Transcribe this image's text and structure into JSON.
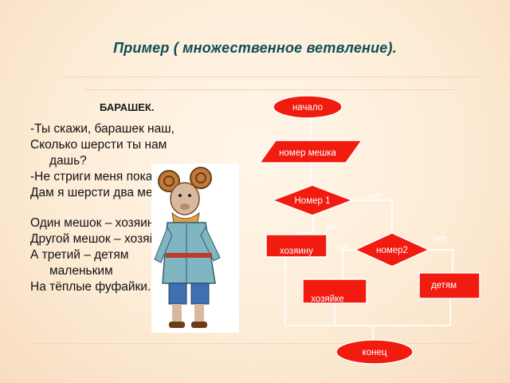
{
  "title": "Пример ( множественное ветвление).",
  "poem": {
    "heading": "БАРАШЕК.",
    "lines": [
      {
        "text": "-Ты скажи, барашек наш,",
        "wrap": false
      },
      {
        "text": "Сколько шерсти ты нам",
        "wrap": false
      },
      {
        "text": "дашь?",
        "wrap": true
      },
      {
        "text": "-Не стриги меня пока.",
        "wrap": false
      },
      {
        "text": "Дам я шерсти два мешка.",
        "wrap": false
      },
      {
        "text": "",
        "wrap": false
      },
      {
        "text": "Один мешок – хозяину,",
        "wrap": false
      },
      {
        "text": "Другой мешок – хозяйке,",
        "wrap": false
      },
      {
        "text": "А третий – детям",
        "wrap": false
      },
      {
        "text": "маленьким",
        "wrap": true
      },
      {
        "text": "На тёплые фуфайки.",
        "wrap": false
      }
    ]
  },
  "flowchart": {
    "colors": {
      "fill": "#f11b10",
      "line": "#ffffff",
      "text": "#ffffff"
    },
    "nodes": {
      "start": "начало",
      "input": "номер мешка",
      "decision1": "Номер 1",
      "owner": "хозяину",
      "decision2": "номер2",
      "children": "детям",
      "hostess": "хозяйке",
      "end": "конец"
    },
    "edges": {
      "d1_no": "нет",
      "d1_yes": "да",
      "d2_no": "нет",
      "d2_yes": "да"
    }
  }
}
